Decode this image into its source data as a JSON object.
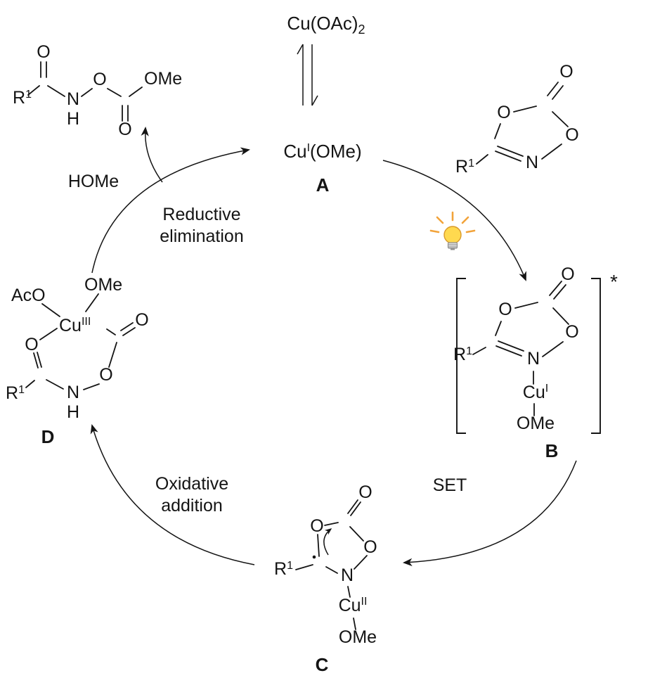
{
  "precatalyst": {
    "formula": "Cu(OAc)",
    "subscript": "2"
  },
  "species_a": {
    "metal": "Cu",
    "oxidation": "I",
    "ligand": "(OMe)",
    "label": "A"
  },
  "species_b": {
    "metal": "Cu",
    "oxidation": "I",
    "label": "B",
    "excited_mark": "*"
  },
  "species_c": {
    "metal": "Cu",
    "oxidation": "II",
    "label": "C"
  },
  "species_d": {
    "metal": "Cu",
    "oxidation": "III",
    "label": "D"
  },
  "steps": {
    "set": "SET",
    "oxidative_addition_line1": "Oxidative",
    "oxidative_addition_line2": "addition",
    "reductive_elimination_line1": "Reductive",
    "reductive_elimination_line2": "elimination",
    "byproduct": "HOMe"
  },
  "atoms": {
    "oxygen": "O",
    "nitrogen": "N",
    "hydrogen": "H",
    "r_group": "R",
    "r_superscript": "1",
    "methoxy": "OMe",
    "acetoxy": "AcO"
  }
}
